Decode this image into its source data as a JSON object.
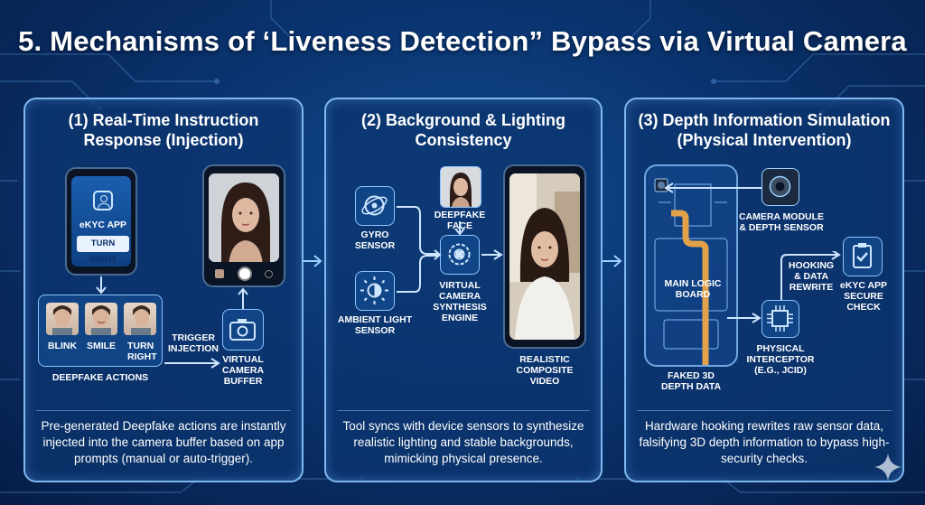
{
  "title": "5. Mechanisms of ‘Liveness Detection” Bypass via Virtual Camera",
  "panels": [
    {
      "title_line1": "(1) Real-Time Instruction",
      "title_line2": "Response (Injection)",
      "ekyc_app": "eKYC APP",
      "turn_right": "TURN RIGHT",
      "actions": [
        "BLINK",
        "SMILE",
        "TURN RIGHT"
      ],
      "deepfake_actions": "DEEPFAKE ACTIONS",
      "trigger_injection": "TRIGGER INJECTION",
      "virtual_camera_buffer": "VIRTUAL CAMERA BUFFER",
      "caption": "Pre-generated Deepfake actions are instantly injected into the camera buffer based on app prompts (manual or auto-trigger)."
    },
    {
      "title_line1": "(2) Background & Lighting",
      "title_line2": "Consistency",
      "gyro_sensor": "GYRO SENSOR",
      "deepfake_face": "DEEPFAKE FACE",
      "ambient_light_sensor": "AMBIENT LIGHT SENSOR",
      "virtual_camera_engine": "VIRTUAL CAMERA SYNTHESIS ENGINE",
      "realistic_video": "REALISTIC COMPOSITE VIDEO",
      "caption": "Tool syncs with device sensors to synthesize realistic lighting and stable backgrounds, mimicking physical presence."
    },
    {
      "title_line1": "(3) Depth Information Simulation",
      "title_line2": "(Physical Intervention)",
      "camera_module": "CAMERA MODULE & DEPTH SENSOR",
      "main_logic_board": "MAIN LOGIC BOARD",
      "hooking": "HOOKING & DATA REWRITE",
      "ekyc_secure": "eKYC APP SECURE CHECK",
      "physical_interceptor": "PHYSICAL INTERCEPTOR (e.g., JCID)",
      "faked_depth": "FAKED 3D DEPTH DATA",
      "caption": "Hardware hooking rewrites raw sensor data, falsifying 3D depth information to bypass high-security checks."
    }
  ]
}
